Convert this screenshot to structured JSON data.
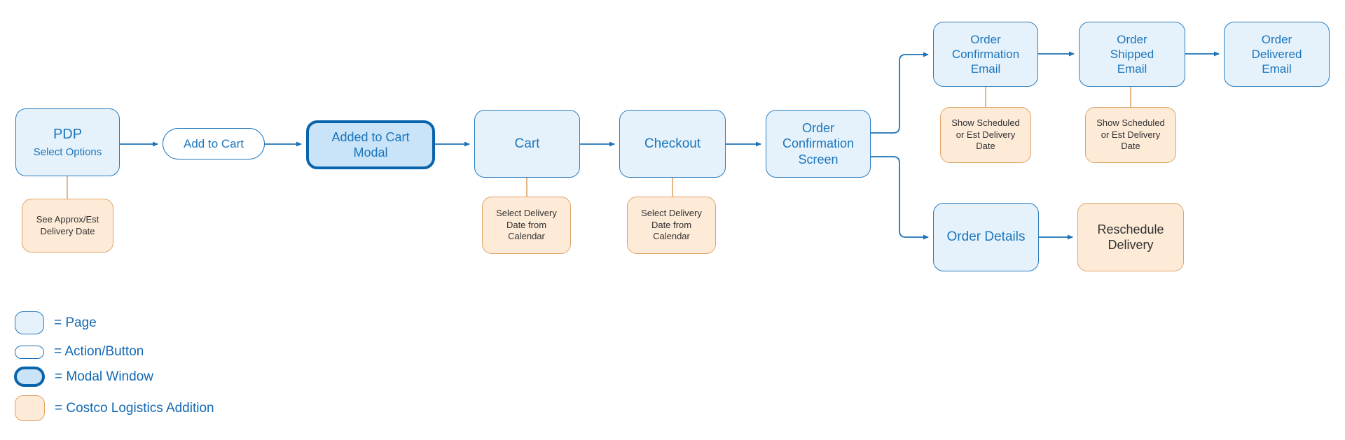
{
  "diagram": {
    "nodes": {
      "pdp": {
        "title": "PDP",
        "subtitle": "Select Options"
      },
      "add_to_cart": {
        "label": "Add to Cart"
      },
      "added_to_cart_modal": {
        "label": "Added to Cart Modal"
      },
      "cart": {
        "label": "Cart"
      },
      "checkout": {
        "label": "Checkout"
      },
      "order_confirmation_screen": {
        "label": "Order Confirmation Screen"
      },
      "order_confirmation_email": {
        "label": "Order Confirmation Email"
      },
      "order_shipped_email": {
        "label": "Order Shipped Email"
      },
      "order_delivered_email": {
        "label": "Order Delivered Email"
      },
      "order_details": {
        "label": "Order Details"
      },
      "reschedule_delivery": {
        "label": "Reschedule Delivery"
      }
    },
    "annotations": {
      "pdp_note": "See Approx/Est Delivery Date",
      "cart_note": "Select Delivery Date from Calendar",
      "checkout_note": "Select Delivery Date from Calendar",
      "confirmation_email_note": "Show Scheduled or Est Delivery Date",
      "shipped_email_note": "Show Scheduled or Est Delivery Date"
    }
  },
  "legend": {
    "items": [
      {
        "type": "page",
        "label": "= Page"
      },
      {
        "type": "action",
        "label": "= Action/Button"
      },
      {
        "type": "modal",
        "label": "= Modal Window"
      },
      {
        "type": "costco",
        "label": "= Costco Logistics Addition"
      }
    ]
  },
  "colors": {
    "page_fill": "#e6f2fb",
    "page_border": "#2b7cbd",
    "modal_fill": "#c9e4f8",
    "modal_border": "#0a64ab",
    "costco_fill": "#fdead7",
    "costco_border": "#dfa468",
    "blue_text": "#1b75bc",
    "dark_text": "#333333",
    "arrow_blue": "#1b72b8",
    "connector_orange": "#e0a468"
  }
}
